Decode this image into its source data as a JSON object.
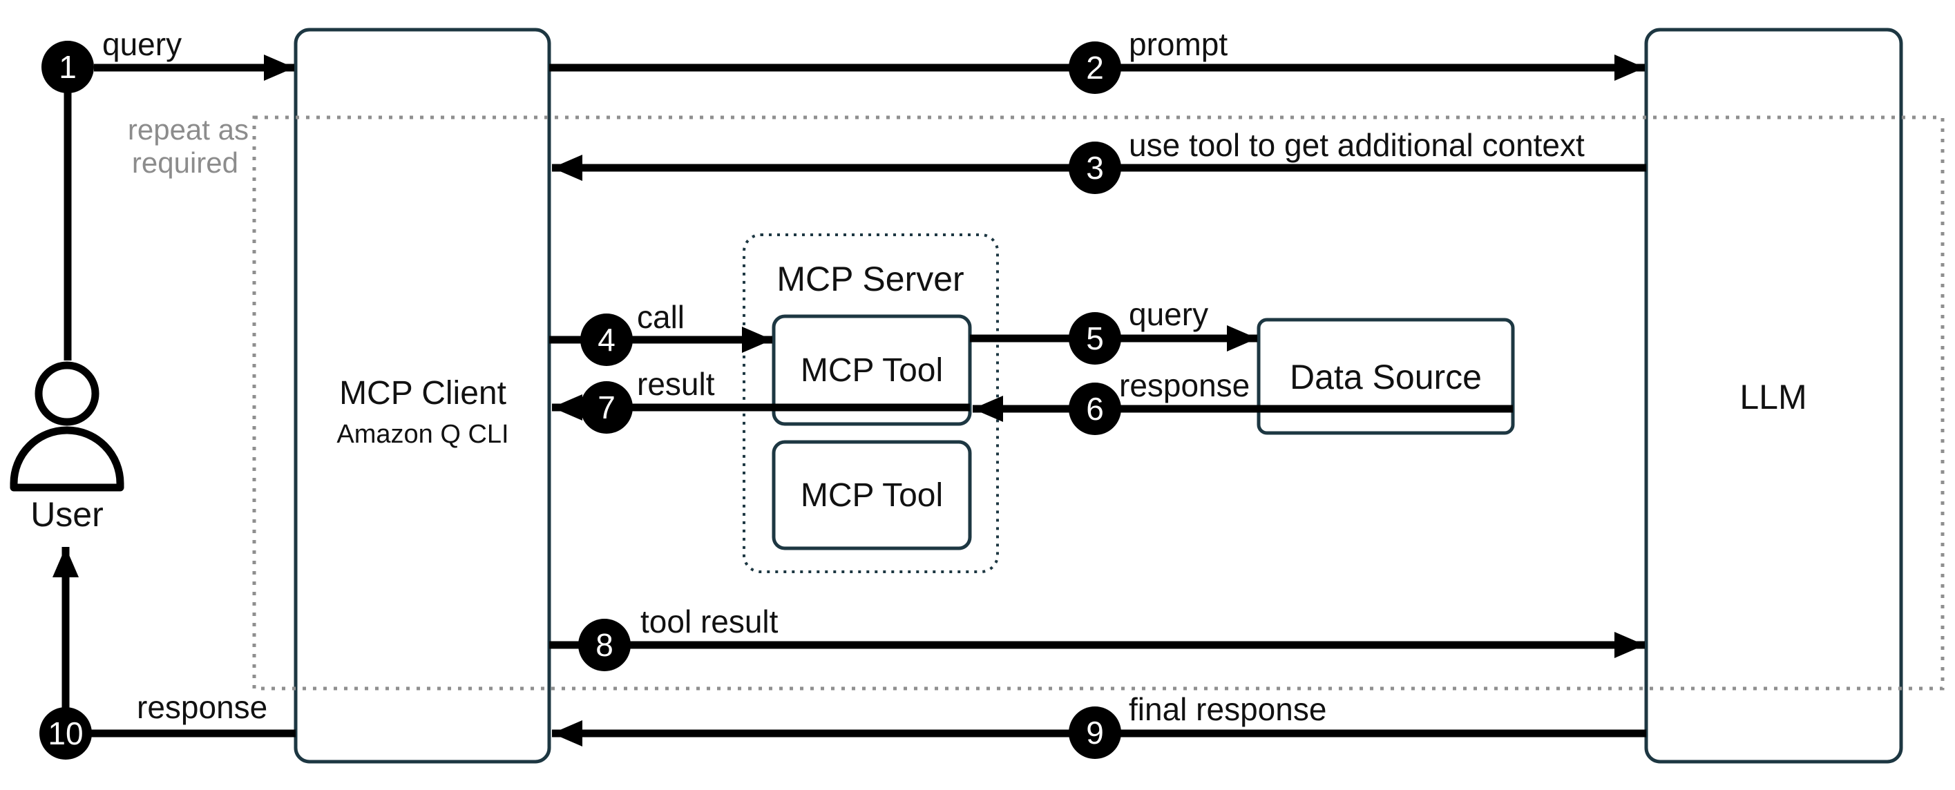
{
  "diagram": {
    "title_hint": "MCP flow diagram",
    "colors": {
      "background": "#ffffff",
      "box_border": "#1d3742",
      "arrow": "#000000",
      "note_gray": "#8c8c8c",
      "badge_bg": "#000000",
      "badge_text": "#ffffff"
    },
    "nodes": {
      "user": {
        "label": "User"
      },
      "mcp_client": {
        "title": "MCP Client",
        "subtitle": "Amazon Q CLI"
      },
      "mcp_server": {
        "title": "MCP Server",
        "tools": [
          {
            "label": "MCP Tool"
          },
          {
            "label": "MCP Tool"
          }
        ]
      },
      "data_source": {
        "label": "Data Source"
      },
      "llm": {
        "label": "LLM"
      }
    },
    "note": {
      "line1": "repeat as",
      "line2": "required"
    },
    "steps": [
      {
        "num": "1",
        "label": "query"
      },
      {
        "num": "2",
        "label": "prompt"
      },
      {
        "num": "3",
        "label": "use tool to get additional context"
      },
      {
        "num": "4",
        "label": "call"
      },
      {
        "num": "5",
        "label": "query"
      },
      {
        "num": "6",
        "label": "response"
      },
      {
        "num": "7",
        "label": "result"
      },
      {
        "num": "8",
        "label": "tool result"
      },
      {
        "num": "9",
        "label": "final response"
      },
      {
        "num": "10",
        "label": "response"
      }
    ]
  }
}
